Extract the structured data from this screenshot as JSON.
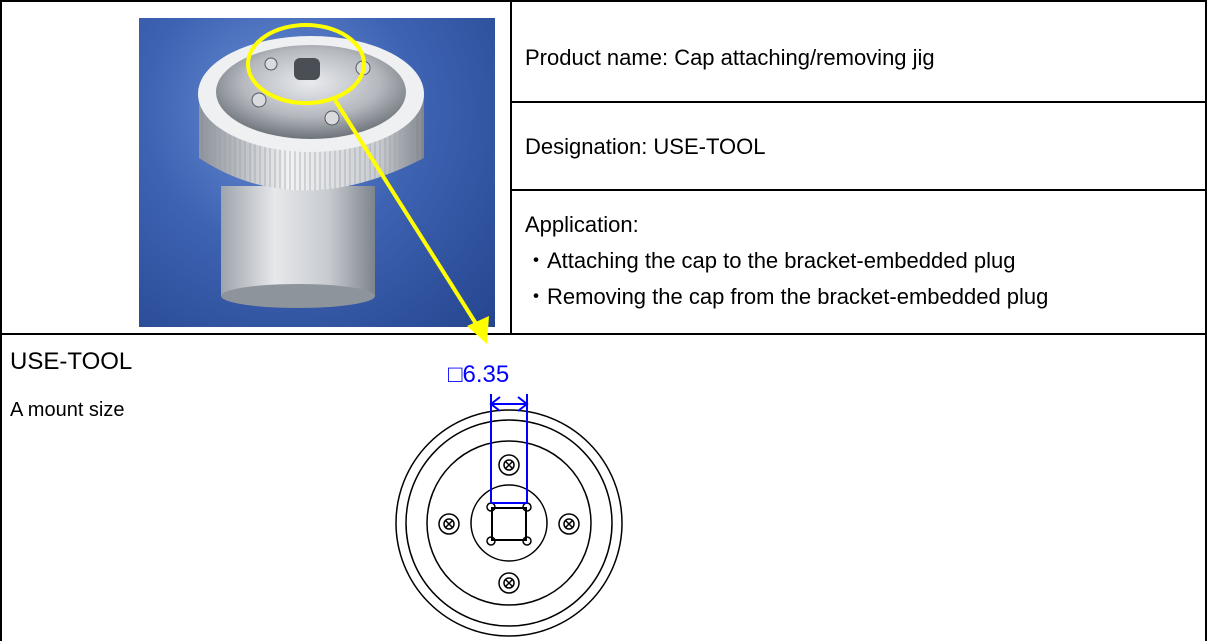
{
  "header": {
    "product_name": "Product name: Cap attaching/removing jig",
    "designation": "Designation: USE-TOOL",
    "application_label": "Application:",
    "application_items": [
      "・Attaching the cap to the bracket-embedded plug",
      "・Removing the cap from the bracket-embedded plug"
    ]
  },
  "drawing": {
    "model": "USE-TOOL",
    "caption": "A mount size",
    "dimension_label": "□6.35"
  },
  "colors": {
    "highlight": "#ffff00",
    "dimension": "#0000ff",
    "photo_background": "#3e63b3"
  },
  "icons": {
    "screw": "screw-icon"
  }
}
